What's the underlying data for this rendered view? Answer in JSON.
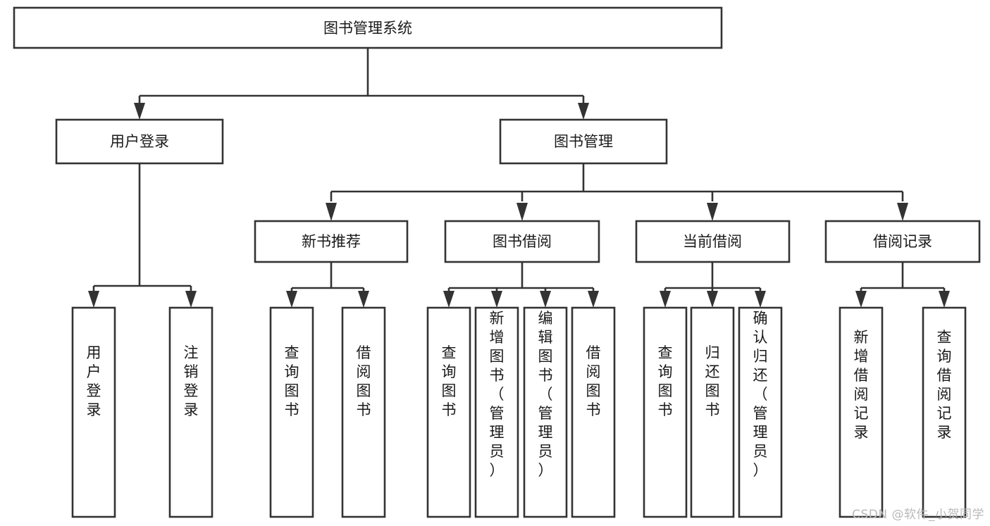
{
  "diagram": {
    "title": "图书管理系统",
    "type": "tree-hierarchy-chart",
    "root": {
      "id": "root",
      "label": "图书管理系统",
      "orientation": "horizontal"
    },
    "level1": [
      {
        "id": "user-login",
        "label": "用户登录",
        "orientation": "horizontal"
      },
      {
        "id": "book-management",
        "label": "图书管理",
        "orientation": "horizontal"
      }
    ],
    "level2": [
      {
        "id": "new-book-recommend",
        "label": "新书推荐",
        "parent": "book-management",
        "orientation": "horizontal"
      },
      {
        "id": "book-borrow",
        "label": "图书借阅",
        "parent": "book-management",
        "orientation": "horizontal"
      },
      {
        "id": "current-borrow",
        "label": "当前借阅",
        "parent": "book-management",
        "orientation": "horizontal"
      },
      {
        "id": "borrow-record",
        "label": "借阅记录",
        "parent": "book-management",
        "orientation": "horizontal"
      }
    ],
    "leaves": [
      {
        "id": "leaf-user-login",
        "label": "用户登录",
        "parent": "user-login",
        "orientation": "vertical"
      },
      {
        "id": "leaf-user-logout",
        "label": "注销登录",
        "parent": "user-login",
        "orientation": "vertical"
      },
      {
        "id": "leaf-query-book-1",
        "label": "查询图书",
        "parent": "new-book-recommend",
        "orientation": "vertical"
      },
      {
        "id": "leaf-borrow-book-1",
        "label": "借阅图书",
        "parent": "new-book-recommend",
        "orientation": "vertical"
      },
      {
        "id": "leaf-query-book-2",
        "label": "查询图书",
        "parent": "book-borrow",
        "orientation": "vertical"
      },
      {
        "id": "leaf-add-book",
        "label": "新增图书（管理员）",
        "parent": "book-borrow",
        "orientation": "vertical"
      },
      {
        "id": "leaf-edit-book",
        "label": "编辑图书（管理员）",
        "parent": "book-borrow",
        "orientation": "vertical"
      },
      {
        "id": "leaf-borrow-book-2",
        "label": "借阅图书",
        "parent": "book-borrow",
        "orientation": "vertical"
      },
      {
        "id": "leaf-query-book-3",
        "label": "查询图书",
        "parent": "current-borrow",
        "orientation": "vertical"
      },
      {
        "id": "leaf-return-book",
        "label": "归还图书",
        "parent": "current-borrow",
        "orientation": "vertical"
      },
      {
        "id": "leaf-confirm-return",
        "label": "确认归还（管理员）",
        "parent": "current-borrow",
        "orientation": "vertical"
      },
      {
        "id": "leaf-add-record",
        "label": "新增借阅记录",
        "parent": "borrow-record",
        "orientation": "vertical"
      },
      {
        "id": "leaf-query-record",
        "label": "查询借阅记录",
        "parent": "borrow-record",
        "orientation": "vertical"
      }
    ],
    "colors": {
      "box_border": "#333333",
      "box_fill": "#ffffff",
      "connector": "#333333",
      "text": "#1a1a1a",
      "background": "#ffffff",
      "watermark": "#b9b9b9"
    }
  },
  "watermark": {
    "text": "CSDN @软件_小贺同学"
  }
}
